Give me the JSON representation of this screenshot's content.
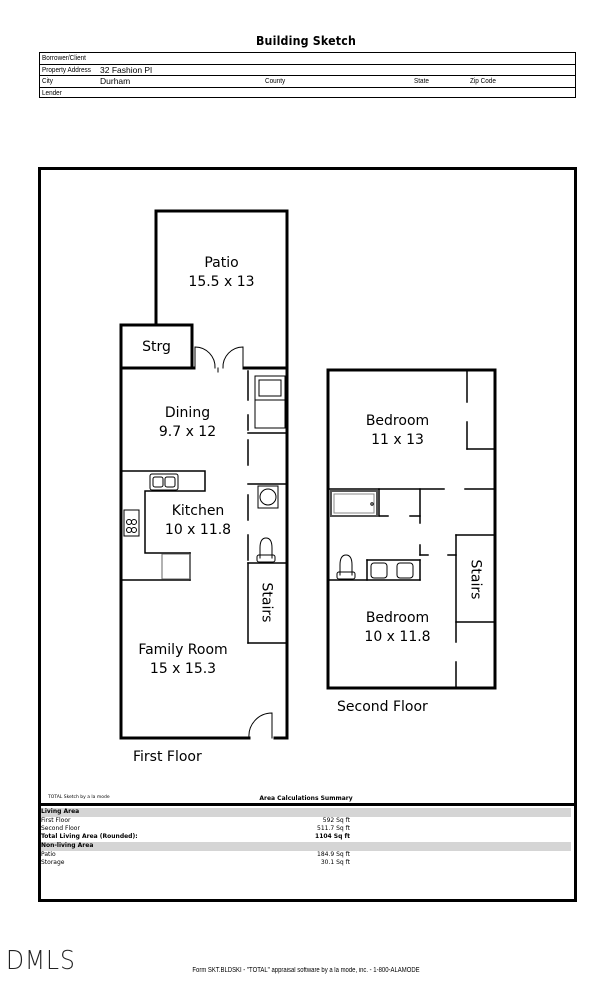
{
  "document": {
    "title": "Building Sketch"
  },
  "header": {
    "borrower_label": "Borrower/Client",
    "borrower_value": "",
    "address_label": "Property Address",
    "address_value": "32 Fashion Pl",
    "city_label": "City",
    "city_value": "Durham",
    "county_label": "County",
    "county_value": "",
    "state_label": "State",
    "state_value": "",
    "zip_label": "Zip Code",
    "zip_value": "",
    "lender_label": "Lender",
    "lender_value": ""
  },
  "first_floor": {
    "label": "First Floor",
    "rooms": [
      {
        "name": "Patio",
        "dims": "15.5 x 13"
      },
      {
        "name": "Strg",
        "dims": ""
      },
      {
        "name": "Dining",
        "dims": "9.7 x 12"
      },
      {
        "name": "Kitchen",
        "dims": "10 x 11.8"
      },
      {
        "name": "Stairs",
        "dims": ""
      },
      {
        "name": "Family Room",
        "dims": "15 x 15.3"
      }
    ]
  },
  "second_floor": {
    "label": "Second Floor",
    "rooms": [
      {
        "name": "Bedroom",
        "dims": "11 x 13"
      },
      {
        "name": "Stairs",
        "dims": ""
      },
      {
        "name": "Bedroom",
        "dims": "10 x 11.8"
      }
    ]
  },
  "summary": {
    "credit": "TOTAL Sketch by a la mode",
    "title": "Area Calculations Summary",
    "living_header": "Living Area",
    "living_rows": [
      {
        "label": "First Floor",
        "value": "592 Sq ft"
      },
      {
        "label": "Second Floor",
        "value": "511.7 Sq ft"
      }
    ],
    "total_label": "Total Living Area (Rounded):",
    "total_value": "1104 Sq ft",
    "nonliving_header": "Non-living Area",
    "nonliving_rows": [
      {
        "label": "Patio",
        "value": "184.9 Sq ft"
      },
      {
        "label": "Storage",
        "value": "30.1 Sq ft"
      }
    ]
  },
  "footer": {
    "logo": "DMLS",
    "form_text": "Form SKT.BLDSKI - \"TOTAL\" appraisal software by a la mode, inc. - 1-800-ALAMODE"
  },
  "colors": {
    "band": "#d5d5d5",
    "line": "#000000"
  }
}
